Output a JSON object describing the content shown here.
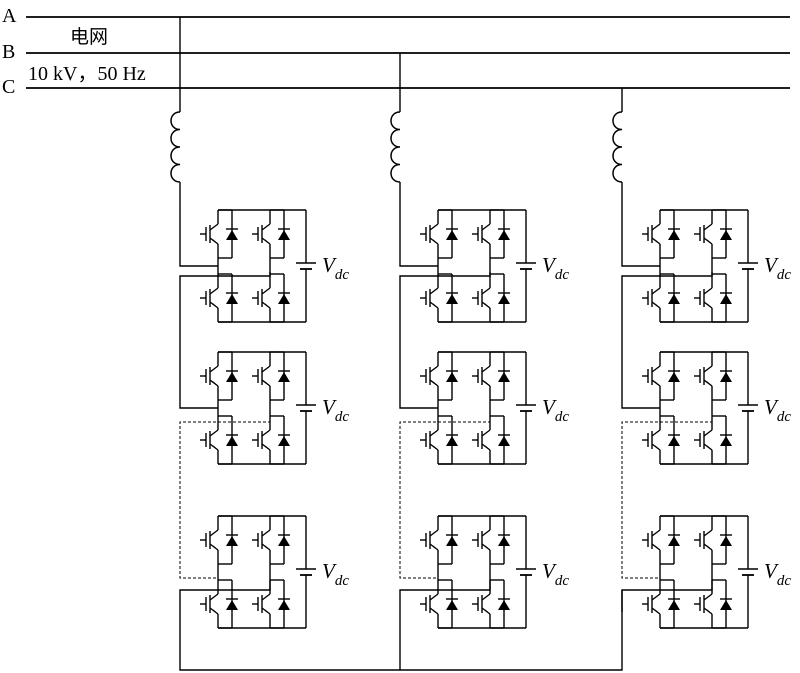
{
  "grid": {
    "phases": [
      "A",
      "B",
      "C"
    ],
    "label": "电网",
    "rating": "10 kV，50 Hz"
  },
  "dc_label": {
    "main": "V",
    "sub": "dc"
  },
  "legs": 3,
  "modules_per_leg": 3
}
